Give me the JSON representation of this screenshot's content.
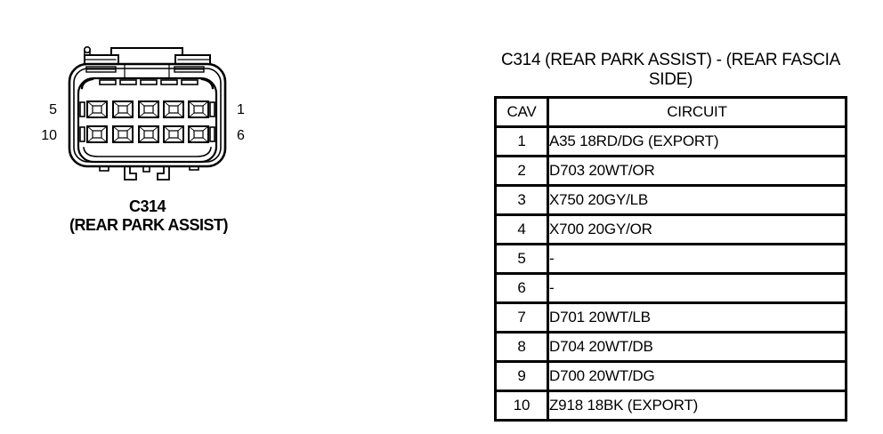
{
  "figure": {
    "connector_id": "C314",
    "connector_name": "(REAR PARK ASSIST)",
    "pin_labels": {
      "left_top": "5",
      "left_bottom": "10",
      "right_top": "1",
      "right_bottom": "6"
    }
  },
  "pinout_table": {
    "title_lines": [
      "C314 (REAR PARK ASSIST) - (REAR FASCIA",
      "SIDE)"
    ],
    "columns": [
      "CAV",
      "CIRCUIT"
    ],
    "rows": [
      {
        "cav": "1",
        "circuit": "A35 18RD/DG (EXPORT)"
      },
      {
        "cav": "2",
        "circuit": "D703 20WT/OR"
      },
      {
        "cav": "3",
        "circuit": "X750 20GY/LB"
      },
      {
        "cav": "4",
        "circuit": "X700 20GY/OR"
      },
      {
        "cav": "5",
        "circuit": "-"
      },
      {
        "cav": "6",
        "circuit": "-"
      },
      {
        "cav": "7",
        "circuit": "D701 20WT/LB"
      },
      {
        "cav": "8",
        "circuit": "D704 20WT/DB"
      },
      {
        "cav": "9",
        "circuit": "D700 20WT/DG"
      },
      {
        "cav": "10",
        "circuit": "Z918 18BK (EXPORT)"
      }
    ]
  },
  "colors": {
    "ink": "#000000",
    "paper": "#ffffff"
  }
}
